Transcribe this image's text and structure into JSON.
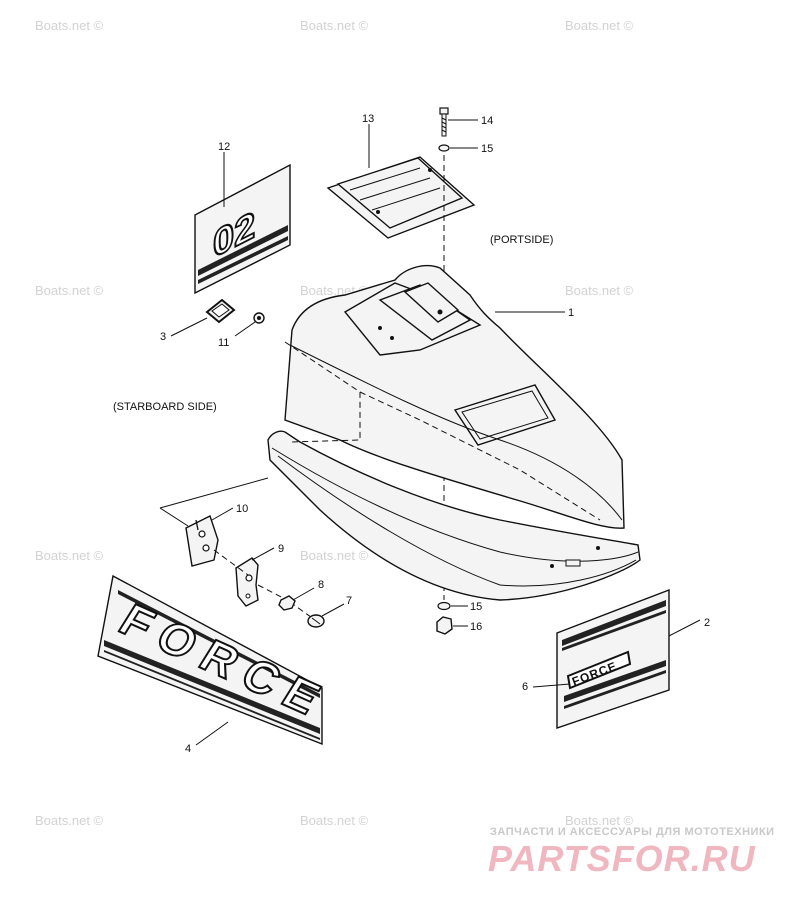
{
  "watermark": "Boats.net ©",
  "labels": {
    "portside": "(PORTSIDE)",
    "starboard": "(STARBOARD SIDE)"
  },
  "callouts": {
    "p1": "1",
    "p2": "2",
    "p3": "3",
    "p4": "4",
    "p6": "6",
    "p7": "7",
    "p8": "8",
    "p9": "9",
    "p10": "10",
    "p11": "11",
    "p12": "12",
    "p13": "13",
    "p14": "14",
    "p15a": "15",
    "p15b": "15",
    "p16": "16"
  },
  "decals": {
    "small_number": "02",
    "large_brand": "FORCE",
    "small_brand": "FORCE"
  },
  "brand": {
    "subtitle": "ЗАПЧАСТИ И АКСЕССУАРЫ ДЛЯ МОТОТЕХНИКИ",
    "logo": "PARTSFOR.RU"
  },
  "colors": {
    "line": "#111111",
    "watermark": "#d2d2d2",
    "logo": "#f0b7c0"
  }
}
